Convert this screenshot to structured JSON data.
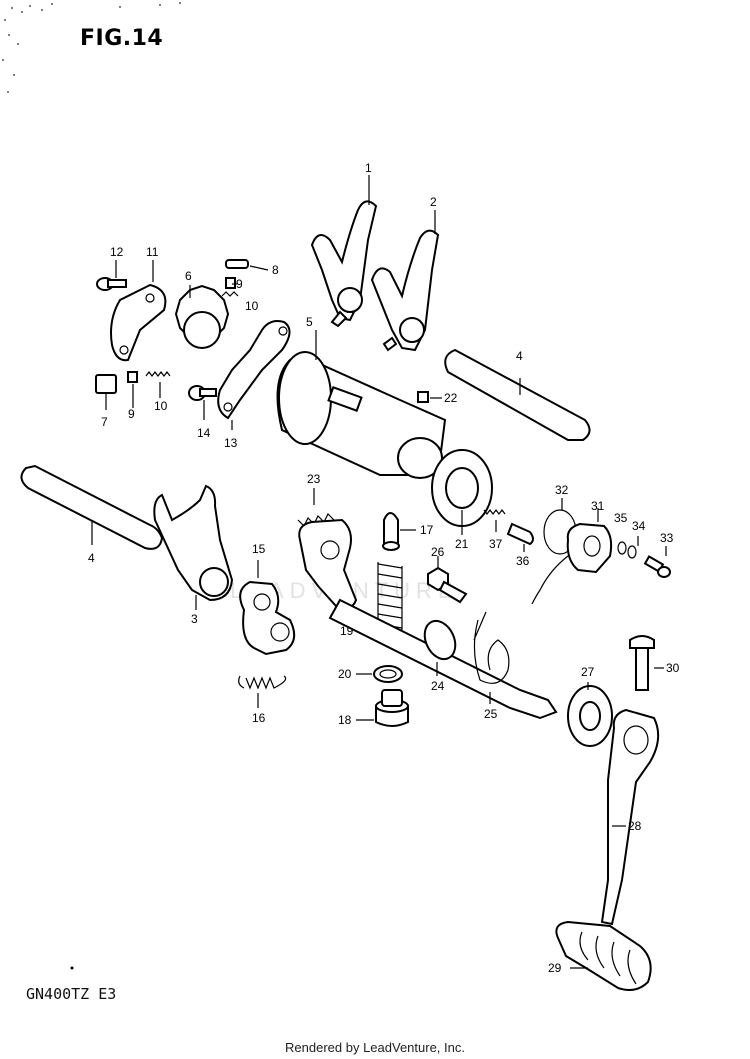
{
  "title": "FIG.14",
  "model_code": "GN400TZ E3",
  "footer": "Rendered by LeadVenture, Inc.",
  "watermark": "LEADVENTURE",
  "callouts": {
    "c1": "1",
    "c2": "2",
    "c3": "3",
    "c4a": "4",
    "c4b": "4",
    "c5": "5",
    "c6": "6",
    "c7": "7",
    "c8": "8",
    "c9a": "9",
    "c9b": "9",
    "c10a": "10",
    "c10b": "10",
    "c11": "11",
    "c12": "12",
    "c13": "13",
    "c14": "14",
    "c15": "15",
    "c16": "16",
    "c17": "17",
    "c18": "18",
    "c19": "19",
    "c20": "20",
    "c21": "21",
    "c22": "22",
    "c23": "23",
    "c24": "24",
    "c25": "25",
    "c26": "26",
    "c27": "27",
    "c28": "28",
    "c29": "29",
    "c30": "30",
    "c31": "31",
    "c32": "32",
    "c33": "33",
    "c34": "34",
    "c35": "35",
    "c36": "36",
    "c37": "37"
  }
}
